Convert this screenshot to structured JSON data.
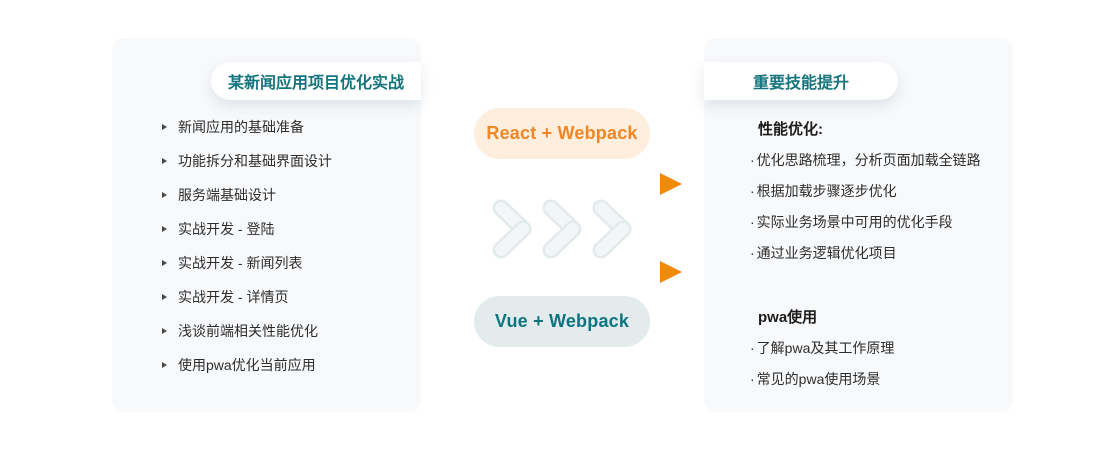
{
  "left_panel": {
    "title": "某新闻应用项目优化实战",
    "items": [
      "新闻应用的基础准备",
      "功能拆分和基础界面设计",
      "服务端基础设计",
      "实战开发 - 登陆",
      "实战开发 - 新闻列表",
      "实战开发 - 详情页",
      "浅谈前端相关性能优化",
      "使用pwa优化当前应用"
    ]
  },
  "middle": {
    "react_badge": "React + Webpack",
    "vue_badge": "Vue + Webpack"
  },
  "right_panel": {
    "title": "重要技能提升",
    "bullet": "·",
    "sections": [
      {
        "heading": "性能优化:",
        "items": [
          "优化思路梳理，分析页面加载全链路",
          "根据加载步骤逐步优化",
          "实际业务场景中可用的优化手段",
          "通过业务逻辑优化项目"
        ]
      },
      {
        "heading": "pwa使用",
        "items": [
          "了解pwa及其工作原理",
          "常见的pwa使用场景"
        ]
      }
    ]
  },
  "colors": {
    "teal": "#15757e",
    "orange": "#ee8412",
    "react_badge_bg": "#fdeedd",
    "vue_badge_bg": "#e3ebec",
    "panel_bg": "#f8f9fb",
    "arrow_gradient_start": "#156f7a",
    "arrow_gradient_end": "#ee8a0c",
    "chevron_fill": "#f2f6f7",
    "chevron_border": "#e3eaeb"
  }
}
